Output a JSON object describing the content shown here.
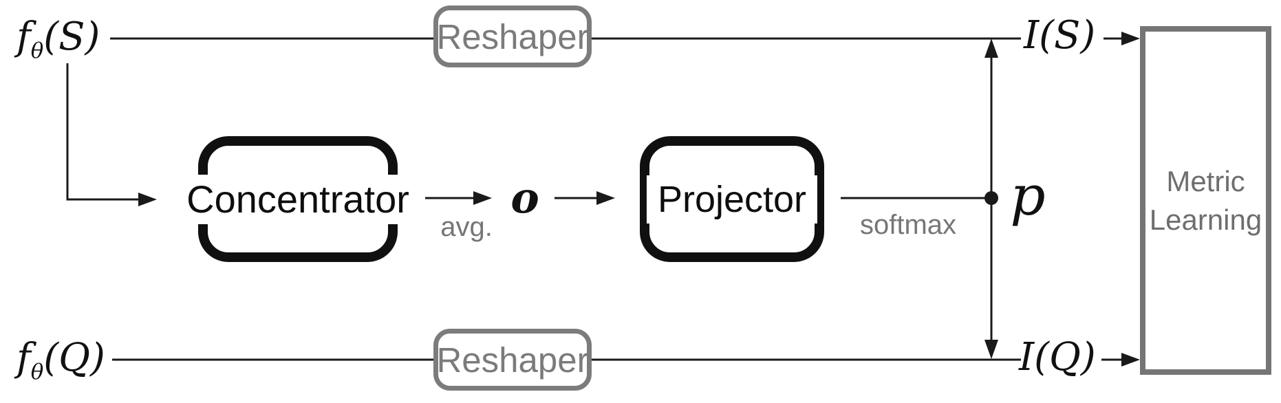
{
  "diagram_title": "few-shot embedding adaptation pipeline",
  "math_labels": {
    "f_s": {
      "base": "f",
      "sub": "θ",
      "args": "(S)"
    },
    "f_q": {
      "base": "f",
      "sub": "θ",
      "args": "(Q)"
    },
    "i_s": "I(S)",
    "i_q": "I(Q)",
    "o": "o",
    "p": "p"
  },
  "nodes": {
    "reshaper_top": {
      "label": "Reshaper"
    },
    "reshaper_bottom": {
      "label": "Reshaper"
    },
    "concentrator": {
      "label": "Concentrator"
    },
    "projector": {
      "label": "Projector"
    },
    "metric_learning": {
      "line1": "Metric",
      "line2": "Learning"
    }
  },
  "edge_labels": {
    "avg": "avg.",
    "softmax": "softmax"
  },
  "colors": {
    "line_black": "#1a1a1a",
    "box_black": "#101010",
    "gray_border": "#7c7c7c",
    "gray_text": "#767676",
    "metric_gray": "#757575"
  }
}
